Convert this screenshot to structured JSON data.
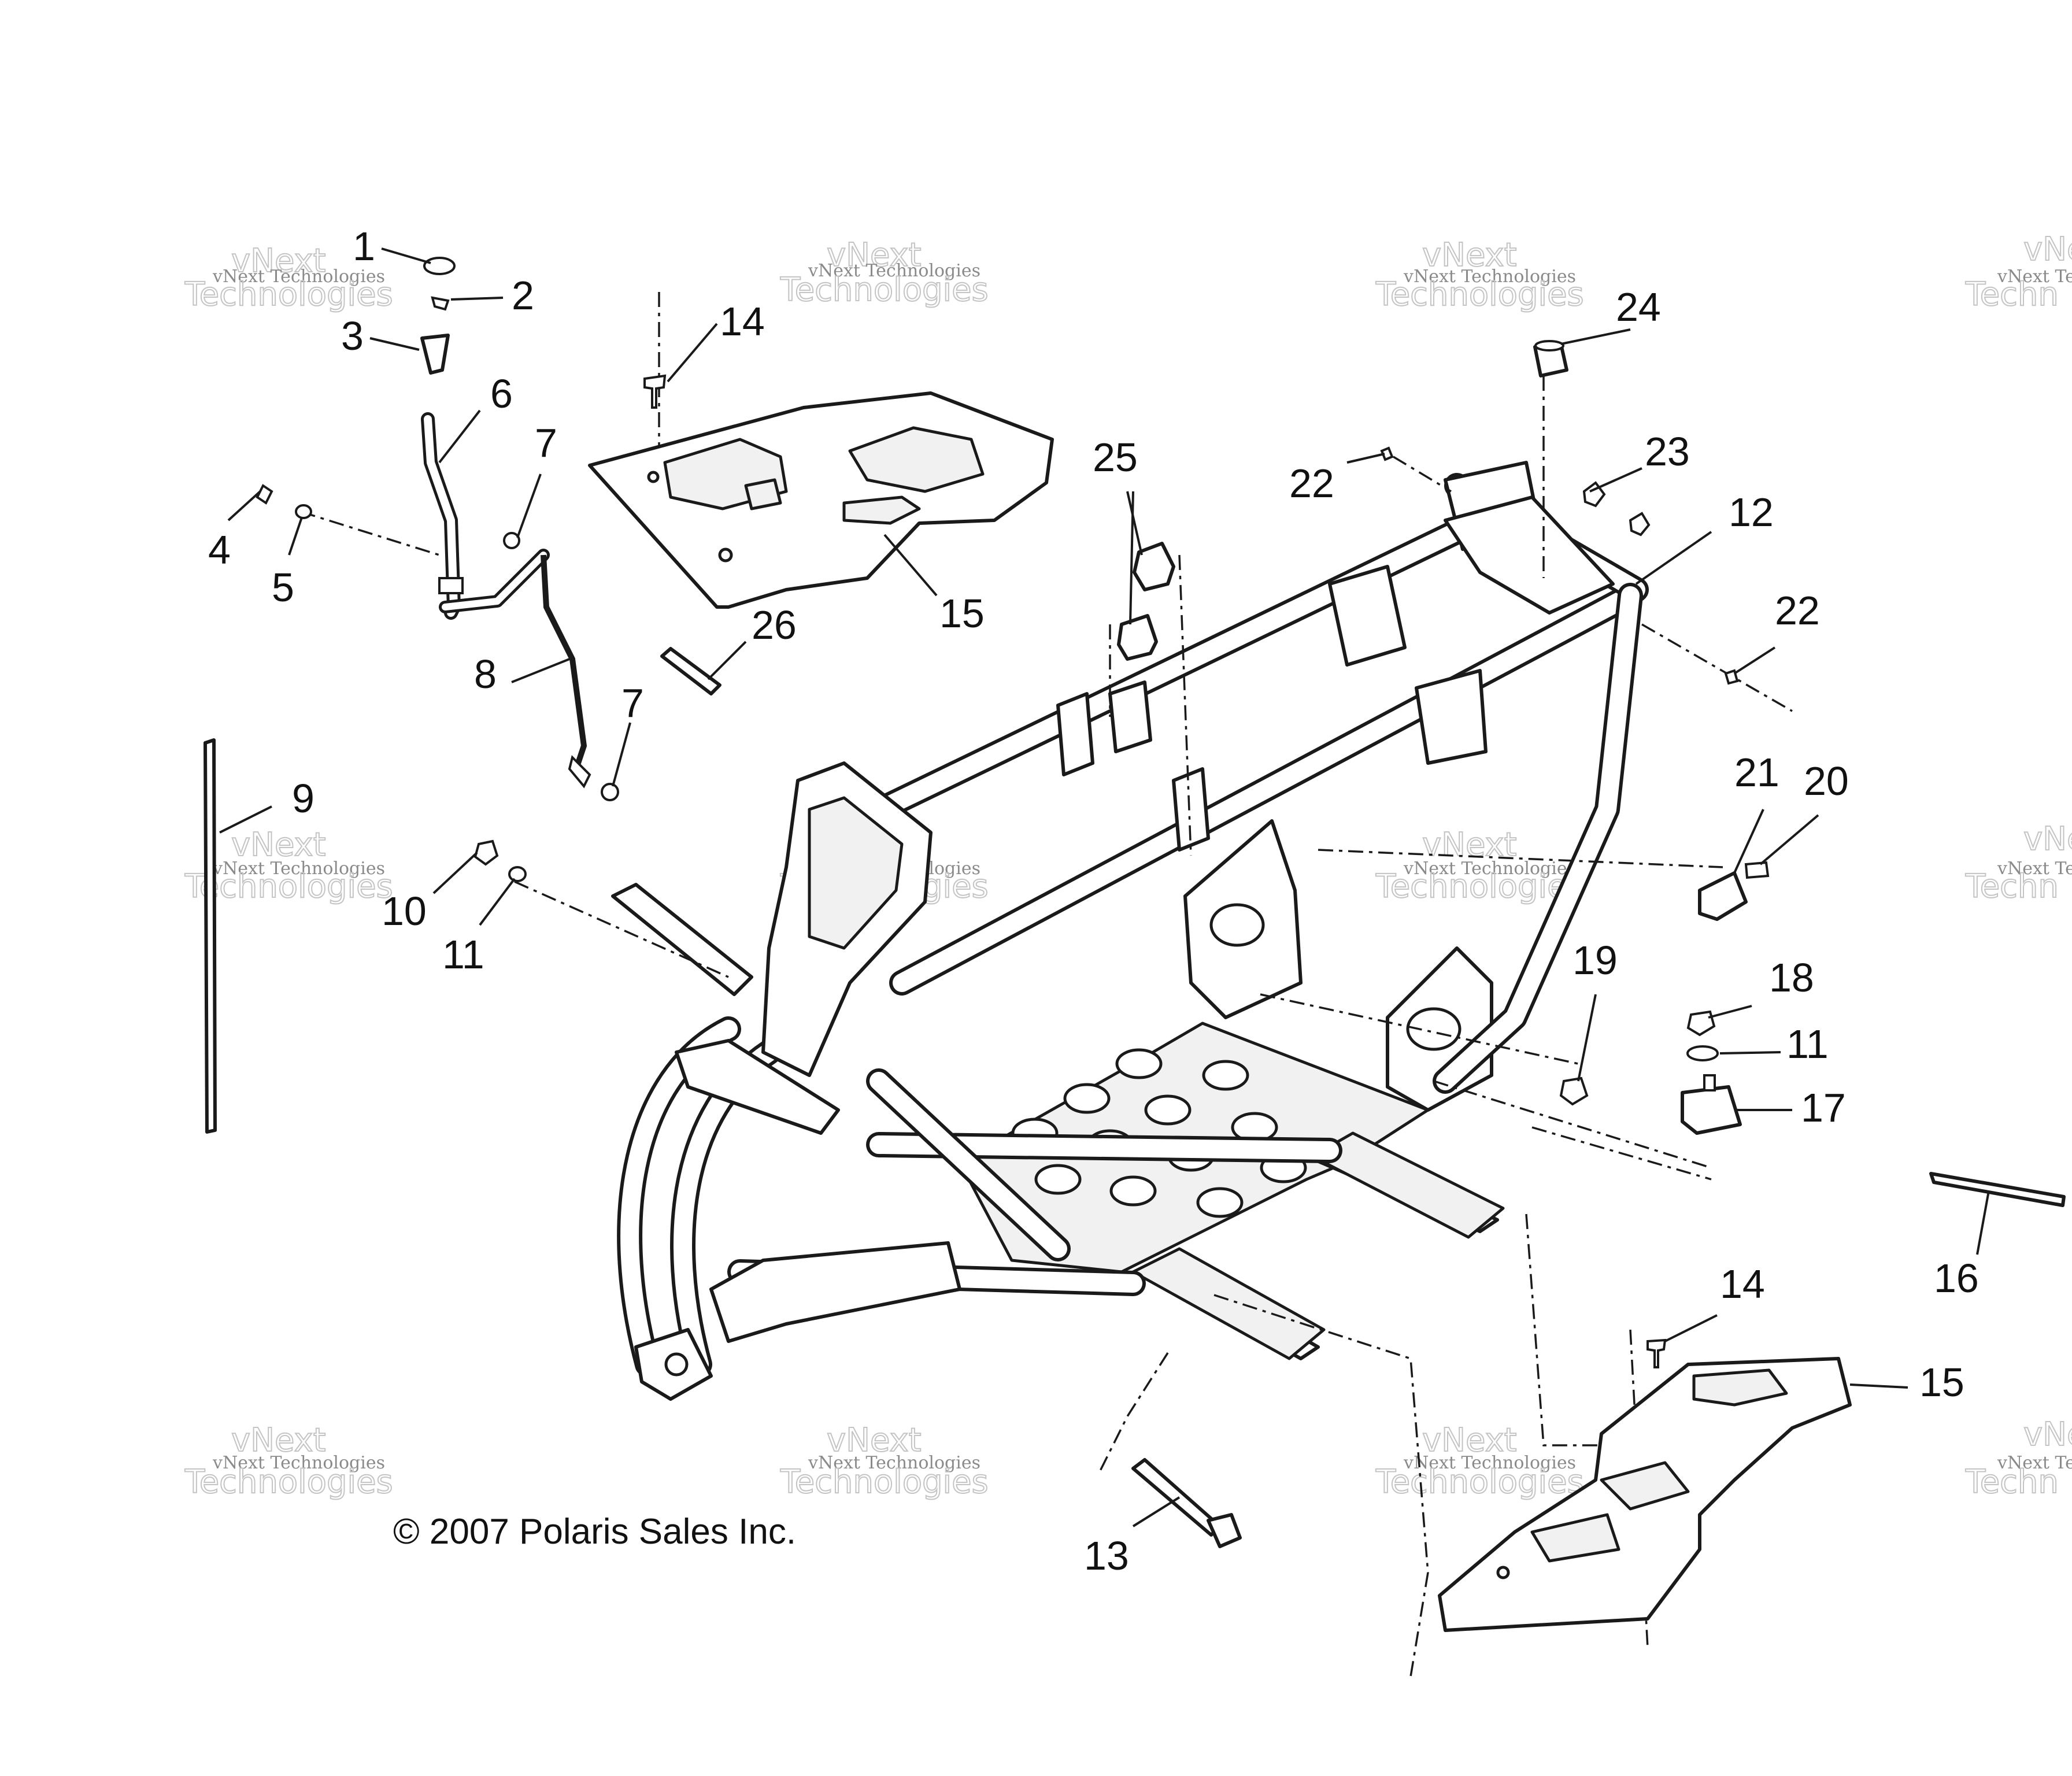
{
  "callouts": {
    "c1": "1",
    "c2": "2",
    "c3": "3",
    "c4": "4",
    "c5": "5",
    "c6": "6",
    "c7a": "7",
    "c7b": "7",
    "c8": "8",
    "c9": "9",
    "c10": "10",
    "c11a": "11",
    "c11b": "11",
    "c12": "12",
    "c13": "13",
    "c14a": "14",
    "c14b": "14",
    "c15a": "15",
    "c15b": "15",
    "c16": "16",
    "c17": "17",
    "c18": "18",
    "c19": "19",
    "c20": "20",
    "c21": "21",
    "c22a": "22",
    "c22b": "22",
    "c23": "23",
    "c24": "24",
    "c25": "25",
    "c26": "26"
  },
  "watermark": {
    "line1": "vNext Technologies",
    "line2": "vNext",
    "line3": "Technologies",
    "edge_line1": "vNext Tec",
    "edge_line2": "vNe",
    "edge_line3": "Techn"
  },
  "copyright": "© 2007 Polaris Sales Inc."
}
